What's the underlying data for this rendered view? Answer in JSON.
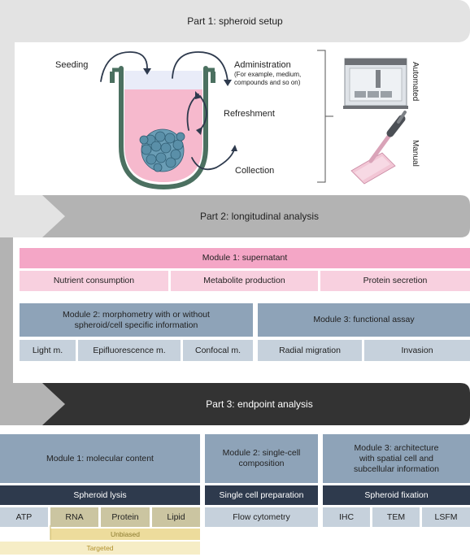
{
  "part1": {
    "title": "Part 1: spheroid setup",
    "seeding": "Seeding",
    "administration": "Administration",
    "administration_note_1": "(For example, medium,",
    "administration_note_2": "compounds and so on)",
    "refreshment": "Refreshment",
    "collection": "Collection",
    "automated": "Automated",
    "manual": "Manual"
  },
  "part2": {
    "title": "Part 2: longitudinal analysis",
    "module1": {
      "title": "Module 1: supernatant",
      "items": [
        "Nutrient consumption",
        "Metabolite production",
        "Protein secretion"
      ]
    },
    "module2": {
      "title_line1": "Module 2: morphometry with or without",
      "title_line2": "spheroid/cell specific information",
      "items": [
        "Light m.",
        "Epifluorescence m.",
        "Confocal m."
      ]
    },
    "module3": {
      "title": "Module 3: functional assay",
      "items": [
        "Radial migration",
        "Invasion"
      ]
    }
  },
  "part3": {
    "title": "Part 3: endpoint analysis",
    "module1": {
      "title": "Module 1: molecular content",
      "prep": "Spheroid lysis",
      "items": [
        "ATP",
        "RNA",
        "Protein",
        "Lipid"
      ],
      "unbiased": "Unbiased",
      "targeted": "Targeted"
    },
    "module2": {
      "title_line1": "Module 2: single-cell",
      "title_line2": "composition",
      "prep": "Single cell preparation",
      "items": [
        "Flow cytometry"
      ]
    },
    "module3": {
      "title_line1": "Module 3: architecture",
      "title_line2": "with spatial cell and",
      "title_line3": "subcellular information",
      "prep": "Spheroid fixation",
      "items": [
        "IHC",
        "TEM",
        "LSFM"
      ]
    }
  },
  "colors": {
    "pink_dark": "#f4a6c6",
    "pink_light": "#f8d0df",
    "slate": "#8ea3b8",
    "slate_light": "#c6d1dc",
    "navy": "#2e3a4d",
    "part2_header": "#b3b3b3",
    "part3_header": "#333333"
  }
}
